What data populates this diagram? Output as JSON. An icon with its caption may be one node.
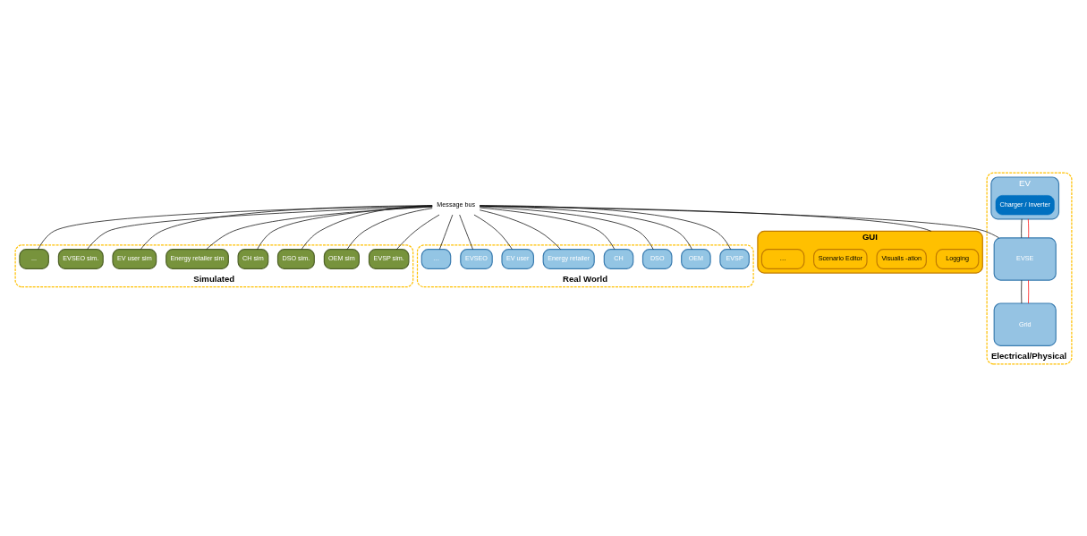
{
  "diagram": {
    "nodes": [
      {
        "text": [
          "Message bus"
        ]
      },
      {
        "text": [
          "Simulated"
        ]
      },
      {
        "text": [
          "EVSP sim."
        ],
        "in": 1
      },
      {
        "text": [
          "OEM sim"
        ],
        "in": 1
      },
      {
        "text": [
          "DSO sim."
        ],
        "in": 1
      },
      {
        "text": [
          "CH sim"
        ],
        "in": 1
      },
      {
        "text": [
          "Energy retailer sim"
        ],
        "in": 1
      },
      {
        "text": [
          "EV user sim"
        ],
        "in": 1
      },
      {
        "text": [
          "EVSEO sim."
        ],
        "in": 1
      },
      {
        "text": [
          "..."
        ],
        "in": 1
      },
      {
        "text": [
          "Real World"
        ]
      },
      {
        "text": [
          "EVSP"
        ],
        "in": 10
      },
      {
        "text": [
          "OEM"
        ],
        "in": 10
      },
      {
        "text": [
          "DSO"
        ],
        "in": 10
      },
      {
        "text": [
          "CH"
        ],
        "in": 10
      },
      {
        "text": [
          "Energy retailer"
        ],
        "in": 10
      },
      {
        "text": [
          "EV user"
        ],
        "in": 10
      },
      {
        "text": [
          "EVSEO"
        ],
        "in": 10
      },
      {
        "text": [
          "…"
        ],
        "in": 10
      },
      {
        "text": [
          "Electrical/Physical"
        ]
      },
      {
        "text": [
          "EV"
        ],
        "in": 19
      },
      {
        "text": [
          "Charger / Inverter"
        ],
        "in": 20
      },
      {
        "text": [
          "EVSE"
        ],
        "in": 19
      },
      {
        "text": [
          "Grid"
        ],
        "in": 19
      },
      {
        "text": [
          "GUI"
        ]
      },
      {
        "text": [
          "Logging"
        ],
        "in": 24
      },
      {
        "text": [
          "Visualis -ation"
        ],
        "in": 24
      },
      {
        "text": [
          "Scenario Editor"
        ],
        "in": 24
      },
      {
        "text": [
          "…"
        ],
        "in": 24
      }
    ],
    "edges": [
      {
        "from": 0,
        "to": 2,
        "arrow": "none"
      },
      {
        "from": 0,
        "to": 6,
        "arrow": "none"
      },
      {
        "from": 0,
        "to": 3,
        "arrow": "none"
      },
      {
        "from": 0,
        "to": 7,
        "arrow": "none"
      },
      {
        "from": 0,
        "to": 4,
        "arrow": "none"
      },
      {
        "from": 0,
        "to": 8,
        "arrow": "none"
      },
      {
        "from": 0,
        "to": 5,
        "arrow": "none"
      },
      {
        "from": 0,
        "to": 9,
        "arrow": "none"
      },
      {
        "from": 0,
        "to": 22,
        "arrow": "none"
      },
      {
        "from": 0,
        "to": 11,
        "arrow": "none"
      },
      {
        "from": 0,
        "to": 15,
        "arrow": "none"
      },
      {
        "from": 0,
        "to": 12,
        "arrow": "none"
      },
      {
        "from": 0,
        "to": 16,
        "arrow": "none"
      },
      {
        "from": 0,
        "to": 13,
        "arrow": "none"
      },
      {
        "from": 0,
        "to": 17,
        "arrow": "none"
      },
      {
        "from": 0,
        "to": 14,
        "arrow": "none"
      },
      {
        "from": 0,
        "to": 18,
        "arrow": "none"
      },
      {
        "from": 0,
        "to": 24,
        "arrow": "none"
      },
      {
        "from": 20,
        "to": 22,
        "arrow": "none"
      },
      {
        "from": 20,
        "to": 22,
        "arrow": "none",
        "color": "#ff0000"
      },
      {
        "from": 22,
        "to": 23,
        "arrow": "none"
      },
      {
        "from": 22,
        "to": 23,
        "arrow": "none",
        "color": "#ff0000"
      }
    ]
  }
}
